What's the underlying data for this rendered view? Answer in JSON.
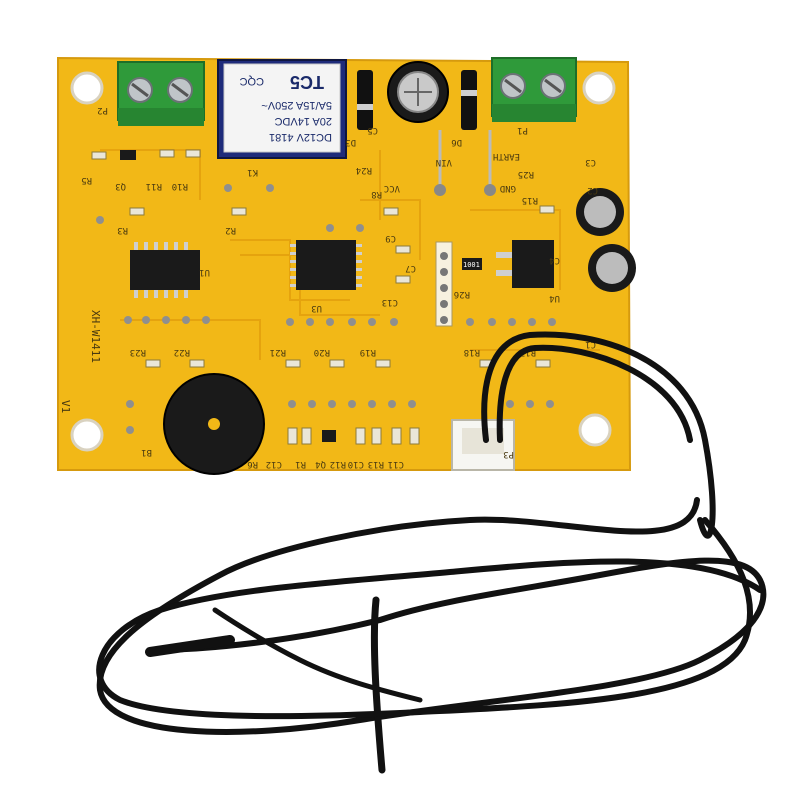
{
  "board": {
    "model_label": "XH-W1411",
    "version_label": "V1"
  },
  "relay": {
    "line1": "DC12V 4181",
    "line2": "20A 14VDC",
    "line3": "5A/15A 250V~",
    "brand": "TC5",
    "cert": "CQC"
  },
  "silkscreen": {
    "labels": [
      "P2",
      "K1",
      "D3",
      "C5",
      "D6",
      "P1",
      "GND",
      "VCC",
      "VIN",
      "EARTH",
      "R24",
      "R25",
      "C3",
      "C2",
      "R5",
      "Q3",
      "R11",
      "R10",
      "R3",
      "R2",
      "R8",
      "R15",
      "U1",
      "U3",
      "C9",
      "C7",
      "C13",
      "R26",
      "C4",
      "U4",
      "R23",
      "R22",
      "R21",
      "R20",
      "R19",
      "R18",
      "R17",
      "C1",
      "B1",
      "R6",
      "C12",
      "R1",
      "Q4",
      "R12",
      "C10",
      "R13",
      "C11",
      "P3"
    ],
    "resistor_code": "1001"
  },
  "colors": {
    "pcb": "#f2b817",
    "pcb_edge": "#e0a510",
    "terminal": "#2f9a3a",
    "wire": "#111111",
    "buzzer": "#1a1a1a"
  }
}
